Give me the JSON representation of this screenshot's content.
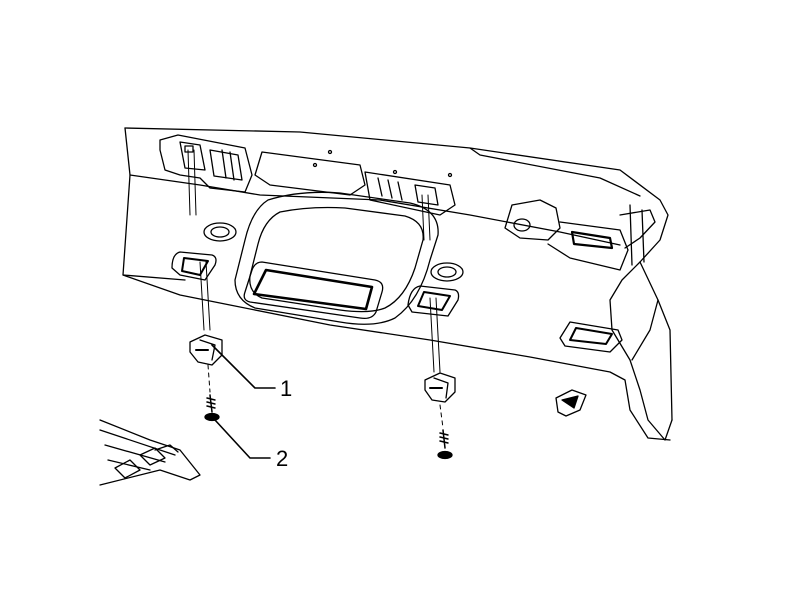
{
  "diagram": {
    "callouts": [
      {
        "id": "1",
        "label": "1"
      },
      {
        "id": "2",
        "label": "2"
      }
    ],
    "colors": {
      "line": "#000000",
      "fill": "#ffffff"
    }
  }
}
